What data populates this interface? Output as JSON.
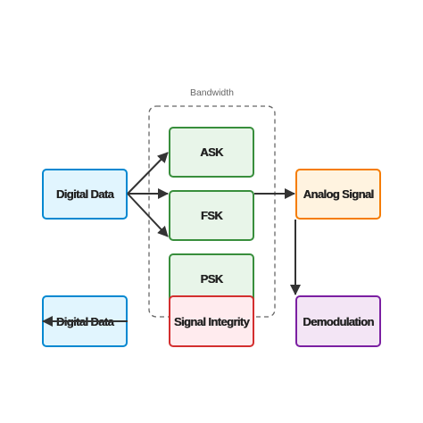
{
  "group": {
    "label": "Bandwidth"
  },
  "nodes": {
    "digital_data_in": {
      "label": "Digital Data"
    },
    "ask": {
      "label": "ASK"
    },
    "fsk": {
      "label": "FSK"
    },
    "psk": {
      "label": "PSK"
    },
    "analog_signal": {
      "label": "Analog Signal"
    },
    "demodulation": {
      "label": "Demodulation"
    },
    "signal_integrity": {
      "label": "Signal Integrity"
    },
    "digital_data_out": {
      "label": "Digital Data"
    }
  },
  "colors": {
    "blue_fill": "#e1f5fe",
    "blue_border": "#0288d1",
    "green_fill": "#e8f5e9",
    "green_border": "#388e3c",
    "orange_fill": "#fff3e0",
    "orange_border": "#f57c00",
    "purple_fill": "#f3e5f5",
    "purple_border": "#7b1fa2",
    "red_fill": "#ffebee",
    "red_border": "#d32f2f",
    "arrow": "#333333",
    "group_border": "#666666"
  }
}
